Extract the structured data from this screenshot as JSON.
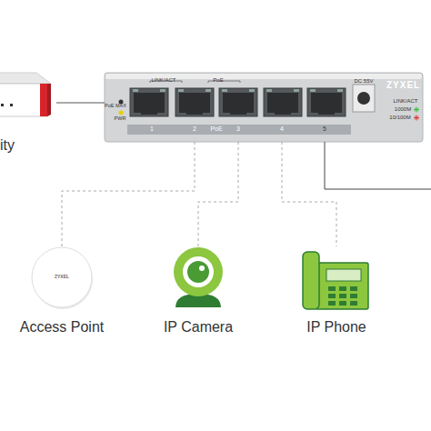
{
  "diagram": {
    "nodes": [
      {
        "text": [
          "ity"
        ]
      },
      {
        "text": [
          "ZYXEL"
        ]
      },
      {
        "text": [
          "Access Point"
        ]
      },
      {
        "text": [
          "IP Camera"
        ]
      },
      {
        "text": [
          "IP Phone"
        ]
      }
    ],
    "edges": [
      {
        "from": 0,
        "to": 1,
        "arrow": "none"
      },
      {
        "from": 1,
        "to": 2,
        "arrow": "none"
      },
      {
        "from": 1,
        "to": 3,
        "arrow": "none"
      },
      {
        "from": 1,
        "to": 4,
        "arrow": "none"
      }
    ],
    "labels": [
      "LINK/ACT",
      "PoE",
      "PoE MAX",
      "PWR",
      "1",
      "2",
      "PoE",
      "3",
      "4",
      "5",
      "DC 55V",
      "LINK/ACT",
      "1000M",
      "10/100M",
      "ZYXEL"
    ]
  }
}
